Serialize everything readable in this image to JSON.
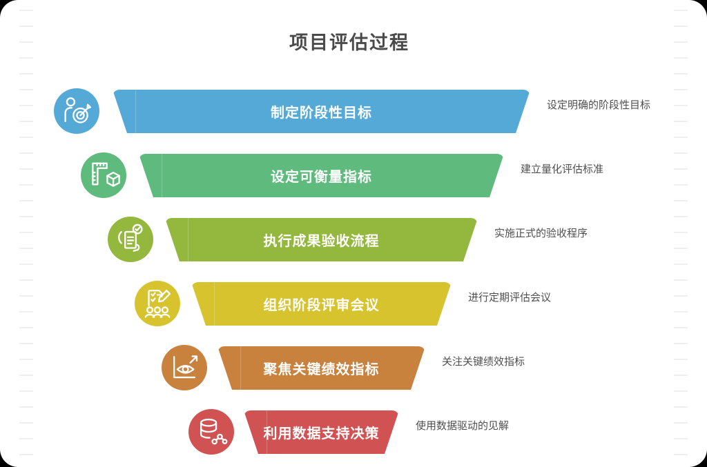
{
  "title": "项目评估过程",
  "stages": [
    {
      "label": "制定阶段性目标",
      "note": "设定明确的阶段性目标",
      "color": "#55a9d6",
      "icon": "person-target-icon"
    },
    {
      "label": "设定可衡量指标",
      "note": "建立量化评估标准",
      "color": "#5fba7d",
      "icon": "ruler-cube-icon"
    },
    {
      "label": "执行成果验收流程",
      "note": "实施正式的验收程序",
      "color": "#94b73d",
      "icon": "document-check-hand-icon"
    },
    {
      "label": "组织阶段评审会议",
      "note": "进行定期评估会议",
      "color": "#d6c32d",
      "icon": "checklist-pencil-people-icon"
    },
    {
      "label": "聚焦关键绩效指标",
      "note": "关注关键绩效指标",
      "color": "#c9813e",
      "icon": "eye-chart-icon"
    },
    {
      "label": "利用数据支持决策",
      "note": "使用数据驱动的见解",
      "color": "#d05253",
      "icon": "database-network-icon"
    }
  ],
  "colors": {
    "card_background": "#ffffff",
    "page_background": "#000000",
    "title_text": "#4a4a4a",
    "note_text": "#4f4f4f",
    "bar_text": "#ffffff",
    "edge_dash": "#efefef"
  }
}
